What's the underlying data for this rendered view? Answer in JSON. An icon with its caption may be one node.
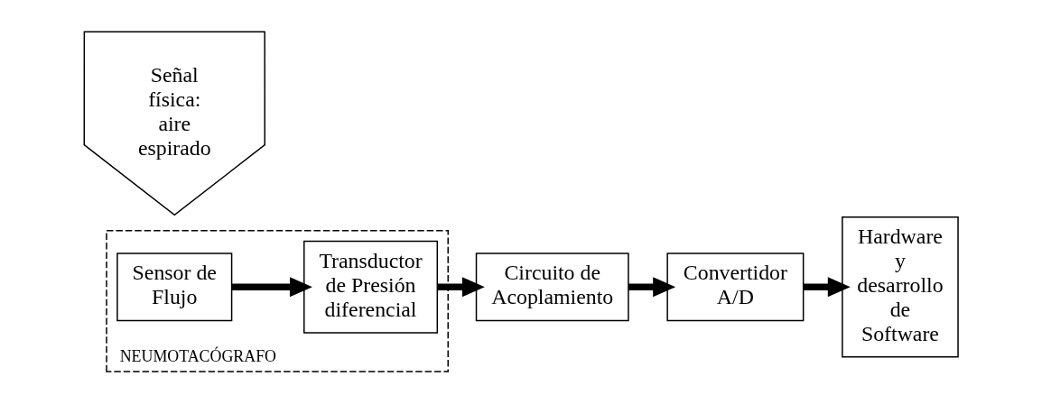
{
  "diagram": {
    "nodes": [
      {
        "text": [
          "NEUMOTACÓGRAFO"
        ]
      },
      {
        "text": [
          "Señal física: aire espirado"
        ]
      },
      {
        "text": [
          "Sensor de Flujo"
        ],
        "in": 0
      },
      {
        "text": [
          "Transductor de Presión diferencial"
        ],
        "in": 0
      },
      {
        "text": [
          "Circuito de Acoplamiento"
        ]
      },
      {
        "text": [
          "Convertidor A/D"
        ]
      },
      {
        "text": [
          "Hardware y desarrollo de Software"
        ]
      }
    ],
    "edges": [
      {
        "from": 2,
        "to": 3,
        "arrow": "to"
      },
      {
        "from": 3,
        "to": 4,
        "arrow": "to"
      },
      {
        "from": 4,
        "to": 5,
        "arrow": "to"
      },
      {
        "from": 5,
        "to": 6,
        "arrow": "to"
      }
    ]
  }
}
